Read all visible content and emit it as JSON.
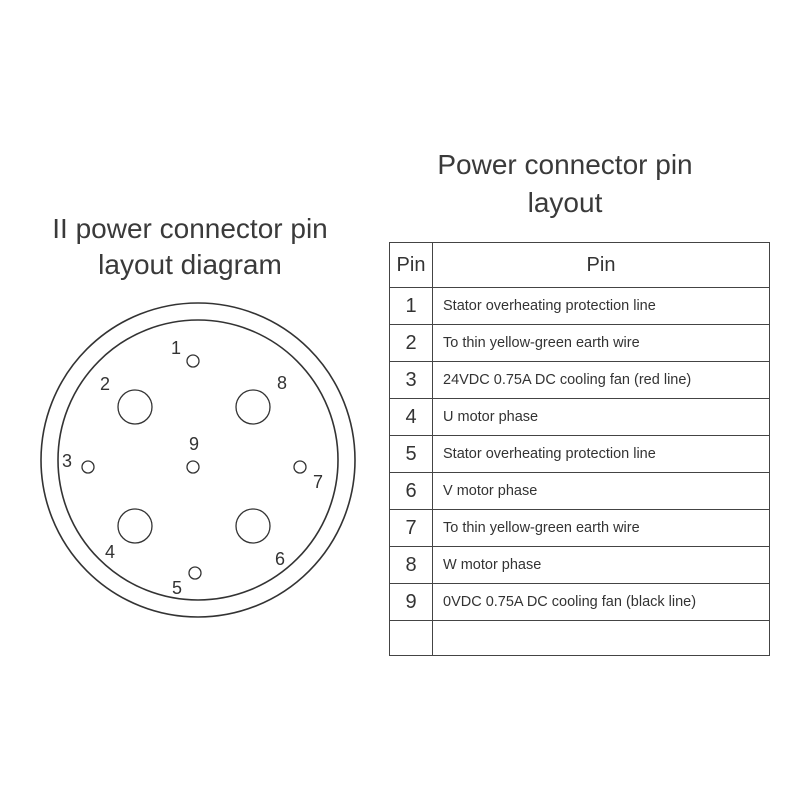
{
  "diagram": {
    "title_lines": [
      "II power connector pin",
      "layout diagram"
    ],
    "pin_labels": [
      "1",
      "2",
      "3",
      "4",
      "5",
      "6",
      "7",
      "8",
      "9"
    ]
  },
  "table": {
    "title_lines": [
      "Power connector pin",
      "layout"
    ],
    "header": [
      "Pin",
      "Pin"
    ],
    "rows": [
      {
        "pin": "1",
        "desc": "Stator overheating protection line"
      },
      {
        "pin": "2",
        "desc": "To thin yellow-green earth wire"
      },
      {
        "pin": "3",
        "desc": "24VDC 0.75A DC cooling fan (red line)"
      },
      {
        "pin": "4",
        "desc": "U motor phase"
      },
      {
        "pin": "5",
        "desc": "Stator overheating protection line"
      },
      {
        "pin": "6",
        "desc": "V motor phase"
      },
      {
        "pin": "7",
        "desc": "To thin yellow-green earth wire"
      },
      {
        "pin": "8",
        "desc": "W motor phase"
      },
      {
        "pin": "9",
        "desc": "0VDC 0.75A DC cooling fan (black line)"
      }
    ]
  }
}
